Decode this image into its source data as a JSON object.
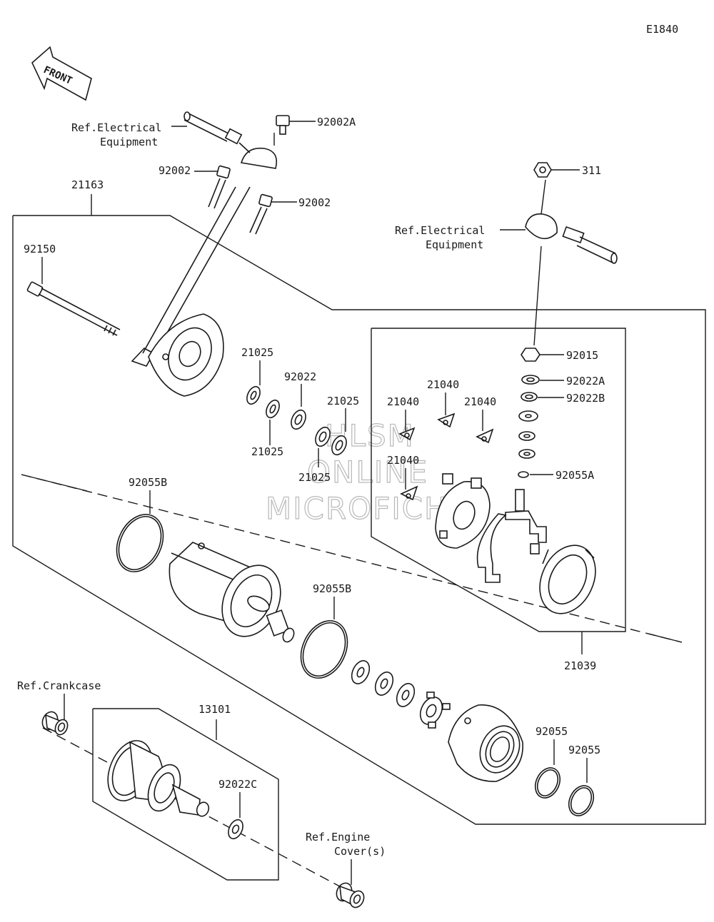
{
  "diagram": {
    "code": "E1840",
    "front_label": "FRONT",
    "watermark": [
      "HLSM",
      "ONLINE",
      "MICROFICHE"
    ],
    "callouts": {
      "c92002A": "92002A",
      "c92002_top": "92002",
      "c92002_mid": "92002",
      "c21163": "21163",
      "c92150": "92150",
      "c311": "311",
      "c92015": "92015",
      "c92022A": "92022A",
      "c92022B": "92022B",
      "c92055A": "92055A",
      "c21025_a": "21025",
      "c21025_b": "21025",
      "c21025_c": "21025",
      "c21025_d": "21025",
      "c92022": "92022",
      "c21040_a": "21040",
      "c21040_b": "21040",
      "c21040_c": "21040",
      "c21040_d": "21040",
      "c92055B_a": "92055B",
      "c92055B_b": "92055B",
      "c21039": "21039",
      "c13101": "13101",
      "c92022C": "92022C",
      "c92055_a": "92055",
      "c92055_b": "92055"
    },
    "refs": {
      "elec1_l1": "Ref.Electrical",
      "elec1_l2": "Equipment",
      "elec2_l1": "Ref.Electrical",
      "elec2_l2": "Equipment",
      "crankcase": "Ref.Crankcase",
      "engine_l1": "Ref.Engine",
      "engine_l2": "Cover(s)"
    }
  }
}
